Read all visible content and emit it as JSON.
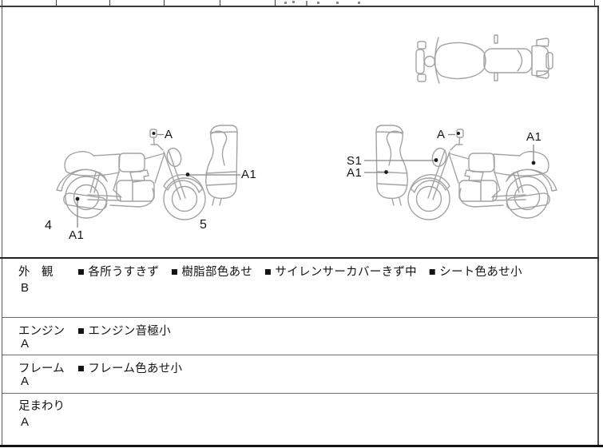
{
  "colors": {
    "sketch_line": "#a3a3a3",
    "leader_line": "#878787",
    "text": "#131313",
    "border": "#3a3a3a"
  },
  "diagram_labels": {
    "left_bike": {
      "mirror": "A",
      "front_cowl": "A1",
      "rear_wheel_number": "4",
      "muffler": "A1",
      "front_wheel_number": "5"
    },
    "right_bike": {
      "mirror": "A",
      "tail": "A1",
      "headlight": "S1",
      "front_cowl": "A1"
    }
  },
  "inspection_rows": [
    {
      "label": "外　観",
      "grade": "B",
      "note_items": [
        "各所うすきず",
        "樹脂部色あせ",
        "サイレンサーカバーきず中",
        "シート色あせ小"
      ],
      "notes_text": "■ 各所うすきず　■ 樹脂部色あせ　■ サイレンサーカバーきず中　■ シート色あせ小"
    },
    {
      "label": "エンジン",
      "grade": "A",
      "note_items": [
        "エンジン音極小"
      ],
      "notes_text": "■ エンジン音極小"
    },
    {
      "label": "フレーム",
      "grade": "A",
      "note_items": [
        "フレーム色あせ小"
      ],
      "notes_text": "■ フレーム色あせ小"
    },
    {
      "label": "足まわり",
      "grade": "A",
      "note_items": [],
      "notes_text": ""
    }
  ]
}
